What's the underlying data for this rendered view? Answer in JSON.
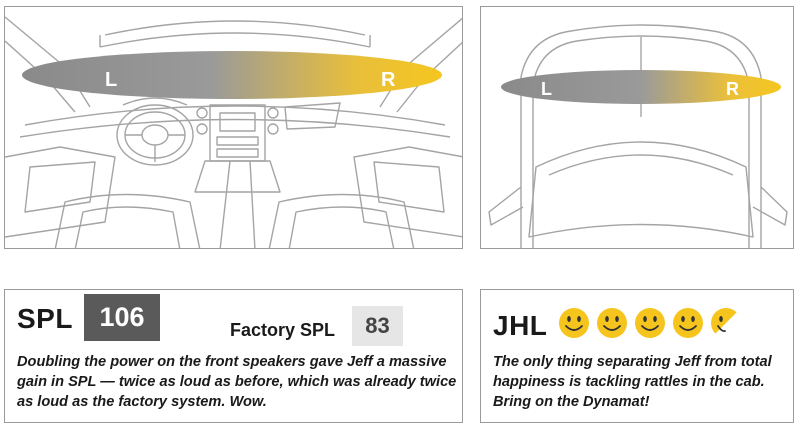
{
  "stereo": {
    "left_label": "L",
    "right_label": "R"
  },
  "spl": {
    "label": "SPL",
    "value": "106",
    "factory_label": "Factory SPL",
    "factory_value": "83",
    "description": "Doubling the power on the front speakers gave Jeff a massive gain in SPL — twice as loud as before, which was already twice as loud as the factory system. Wow."
  },
  "jhl": {
    "label": "JHL",
    "rating": 4.5,
    "rating_max": 5,
    "rating_icon": "smiley-face-icon",
    "description": "The only thing separating Jeff from total happiness is tackling rattles in the cab. Bring on the Dynamat!"
  },
  "colors": {
    "sound_gray": "#8a8a8a",
    "sound_yellow": "#f3c323",
    "smiley_yellow": "#f5c51e",
    "outline": "#9a9a9a"
  }
}
